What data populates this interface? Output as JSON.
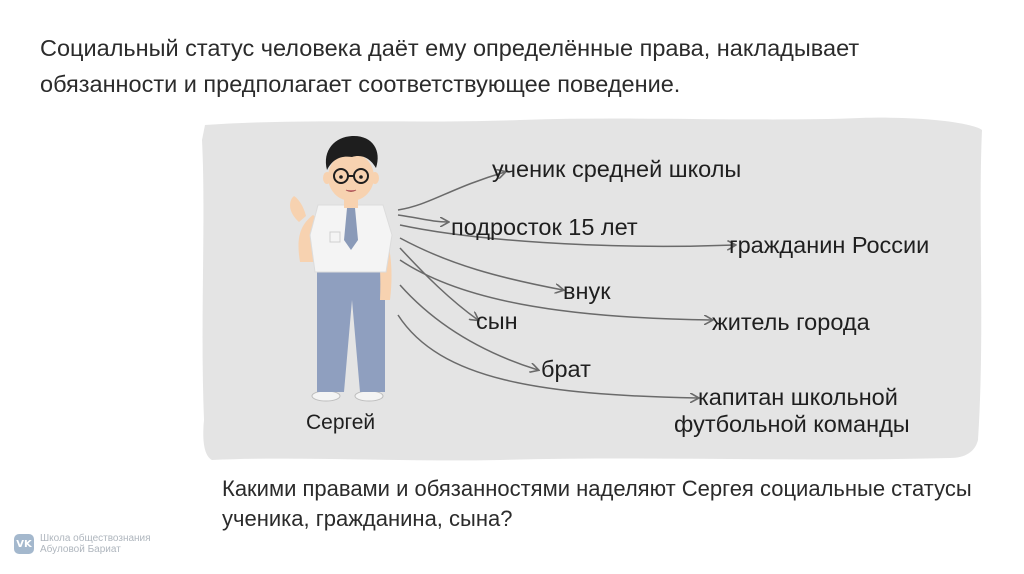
{
  "intro_text": "Социальный статус человека даёт ему определённые права, накладывает обязанности и предполагает соответствующее поведение.",
  "person_name": "Сергей",
  "statuses": [
    "ученик средней школы",
    "подросток 15 лет",
    "гражданин России",
    "внук",
    "сын",
    "житель города",
    "брат",
    "капитан школьной",
    "футбольной команды"
  ],
  "question": "Какими правами и обязанностями наделяют Сергея социальные статусы ученика, гражданина, сына?",
  "watermark": {
    "logo": "VK",
    "line1": "Школа обществознания",
    "line2": "Абуловой Бариат"
  },
  "colors": {
    "panel": "#e4e4e4",
    "arrow": "#6a6a6a",
    "shirt": "#f4f4f4",
    "tie": "#8a9ab8",
    "pants": "#8f9fbf",
    "skin": "#f7d2b0",
    "hair": "#1e1e1e"
  }
}
